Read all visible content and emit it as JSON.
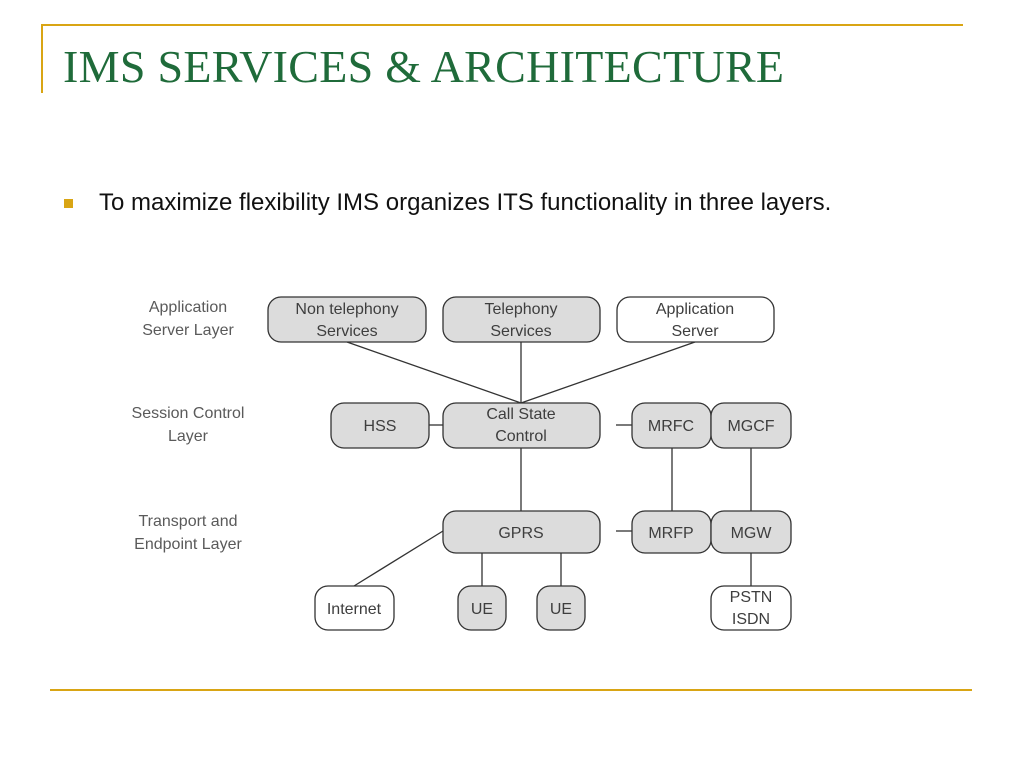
{
  "slide": {
    "title": "IMS SERVICES & ARCHITECTURE",
    "bullet": "To maximize flexibility IMS organizes ITS functionality in three layers.",
    "colors": {
      "accent": "#d9a514",
      "title": "#1f6b3a",
      "box_fill_shaded": "#dcdcdc",
      "box_fill_white": "#ffffff",
      "box_stroke": "#333333"
    }
  },
  "diagram": {
    "layers": {
      "application": [
        "Application",
        "Server Layer"
      ],
      "session": [
        "Session Control",
        "Layer"
      ],
      "transport": [
        "Transport and",
        "Endpoint Layer"
      ]
    },
    "nodes": {
      "non_telephony": [
        "Non telephony",
        "Services"
      ],
      "telephony": [
        "Telephony",
        "Services"
      ],
      "app_server": [
        "Application",
        "Server"
      ],
      "hss": [
        "HSS"
      ],
      "call_state": [
        "Call State",
        "Control"
      ],
      "mrfc": [
        "MRFC"
      ],
      "mgcf": [
        "MGCF"
      ],
      "gprs": [
        "GPRS"
      ],
      "mrfp": [
        "MRFP"
      ],
      "mgw": [
        "MGW"
      ],
      "internet": [
        "Internet"
      ],
      "ue1": [
        "UE"
      ],
      "ue2": [
        "UE"
      ],
      "pstn": [
        "PSTN",
        "ISDN"
      ]
    }
  }
}
